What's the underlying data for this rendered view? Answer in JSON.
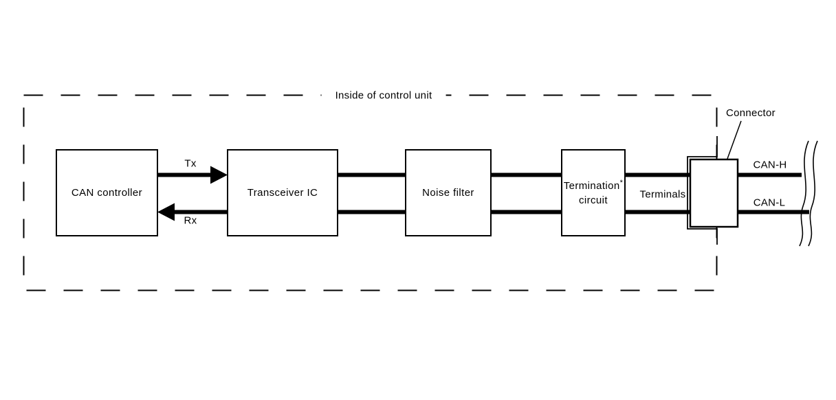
{
  "diagram": {
    "title": "Inside of control unit",
    "blocks": {
      "can_controller": {
        "label": "CAN controller"
      },
      "transceiver_ic": {
        "label": "Transceiver IC"
      },
      "noise_filter": {
        "label": "Noise filter"
      },
      "termination_circuit": {
        "label_line1": "Termination",
        "footnote_marker": "*",
        "label_line2": "circuit"
      }
    },
    "signals": {
      "tx": "Tx",
      "rx": "Rx"
    },
    "wiring": {
      "terminals_label": "Terminals",
      "connector_label": "Connector",
      "can_high_label": "CAN-H",
      "can_low_label": "CAN-L"
    },
    "colors": {
      "line": "#000000",
      "background": "#ffffff"
    }
  }
}
